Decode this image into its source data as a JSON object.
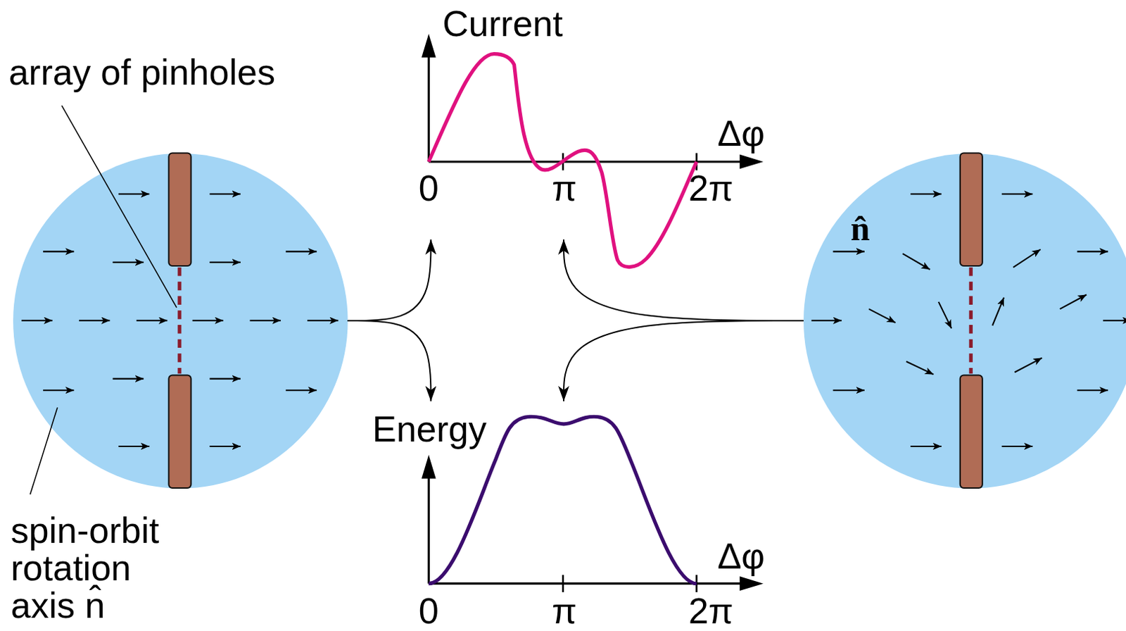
{
  "diagram": {
    "nodes": [
      {
        "text": [
          "array of pinholes",
          "spin-orbit rotation axis n̂"
        ]
      },
      {
        "text": [
          "Current",
          "Δφ",
          "0",
          "π",
          "2π"
        ]
      },
      {
        "text": [
          "Energy",
          "Δφ",
          "0",
          "π",
          "2π"
        ]
      },
      {
        "text": [
          "n̂"
        ]
      }
    ],
    "edges": [
      {
        "from": 0,
        "to": 1,
        "arrow": "to"
      },
      {
        "from": 0,
        "to": 2,
        "arrow": "to"
      },
      {
        "from": 3,
        "to": 1,
        "arrow": "to"
      },
      {
        "from": 3,
        "to": 2,
        "arrow": "to"
      }
    ]
  }
}
